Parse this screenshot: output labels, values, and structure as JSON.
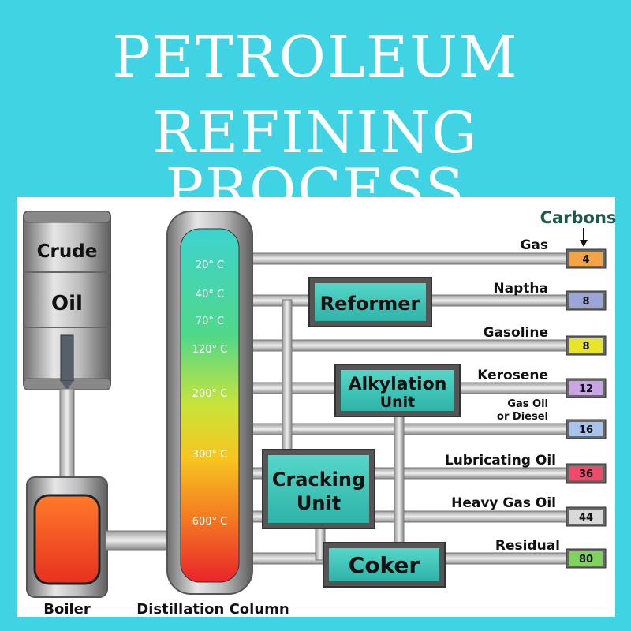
{
  "title_line1": "PETROLEUM",
  "title_line2": "REFINING PROCESS",
  "crude_oil": {
    "line1": "Crude",
    "line2": "Oil"
  },
  "boiler_label": "Boiler",
  "column_label": "Distillation Column",
  "temperatures": [
    "20° C",
    "40° C",
    "70° C",
    "120° C",
    "200° C",
    "300° C",
    "600° C"
  ],
  "units": {
    "reformer": "Reformer",
    "alkylation": [
      "Alkylation",
      "Unit"
    ],
    "cracking": [
      "Cracking",
      "Unit"
    ],
    "coker": "Coker"
  },
  "carbons_header": "Carbons",
  "products": [
    {
      "name": "Gas",
      "carbons": "4",
      "color": "#f5a347"
    },
    {
      "name": "Naptha",
      "carbons": "8",
      "color": "#9aa6d8"
    },
    {
      "name": "Gasoline",
      "carbons": "8",
      "color": "#e8e42a"
    },
    {
      "name": "Kerosene",
      "carbons": "12",
      "color": "#c8a6e6"
    },
    {
      "name": "Gas Oil or Diesel",
      "name_lines": [
        "Gas Oil",
        "or Diesel"
      ],
      "carbons": "16",
      "color": "#a9c4ec"
    },
    {
      "name": "Lubricating Oil",
      "carbons": "36",
      "color": "#ee4a6a"
    },
    {
      "name": "Heavy Gas Oil",
      "carbons": "44",
      "color": "#d9d9d9"
    },
    {
      "name": "Residual",
      "carbons": "80",
      "color": "#7dd35c"
    }
  ]
}
